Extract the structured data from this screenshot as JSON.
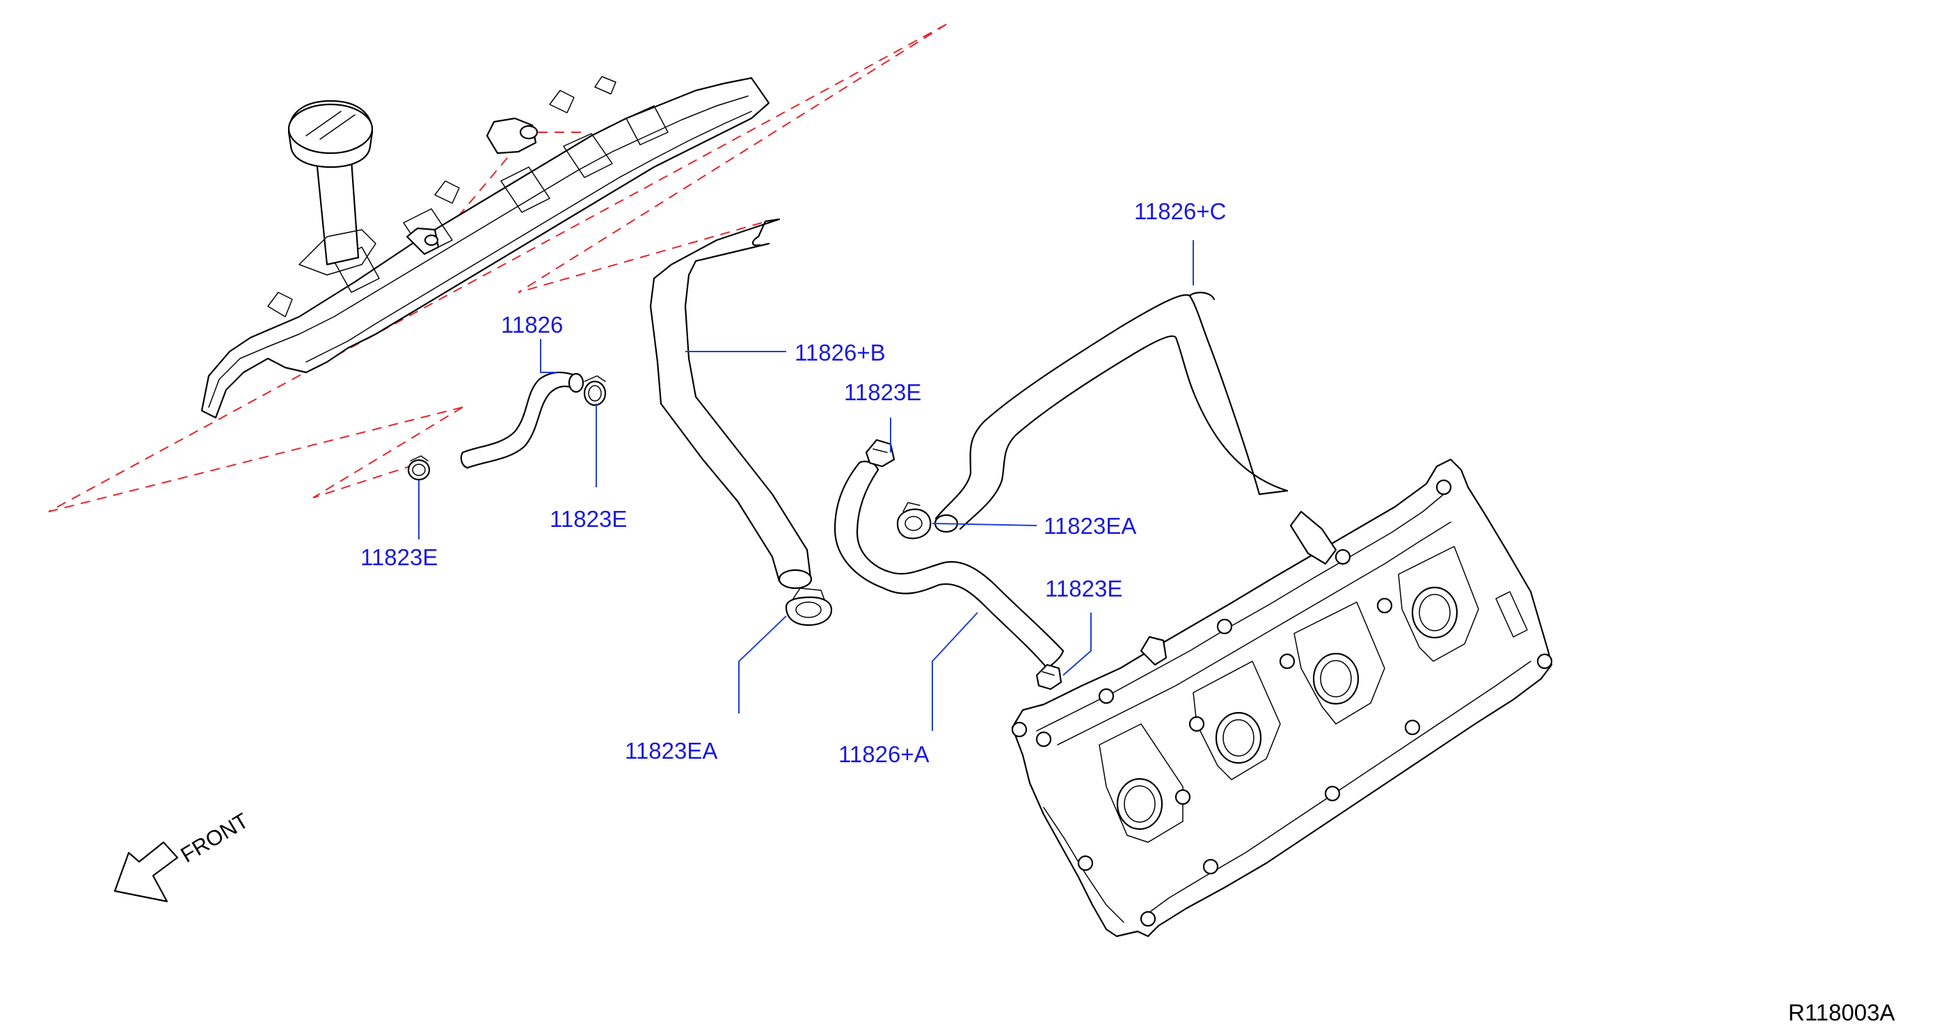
{
  "callouts": {
    "hose_11826": "11826",
    "hose_11826_b": "11826+B",
    "hose_11826_c": "11826+C",
    "hose_11826_a": "11826+A",
    "clamp_e_upper_right": "11823E",
    "clamp_e_center": "11823E",
    "clamp_e_left": "11823E",
    "clamp_ea_right": "11823EA",
    "clamp_e_lower_right": "11823E",
    "clamp_ea_bottom": "11823EA"
  },
  "front_label": "FRONT",
  "diagram_code": "R118003A",
  "colors": {
    "callout_text": "#1a1ad9",
    "leader_line": "#1f3fd6",
    "reference_dash": "#e8232a",
    "linework": "#000000"
  }
}
